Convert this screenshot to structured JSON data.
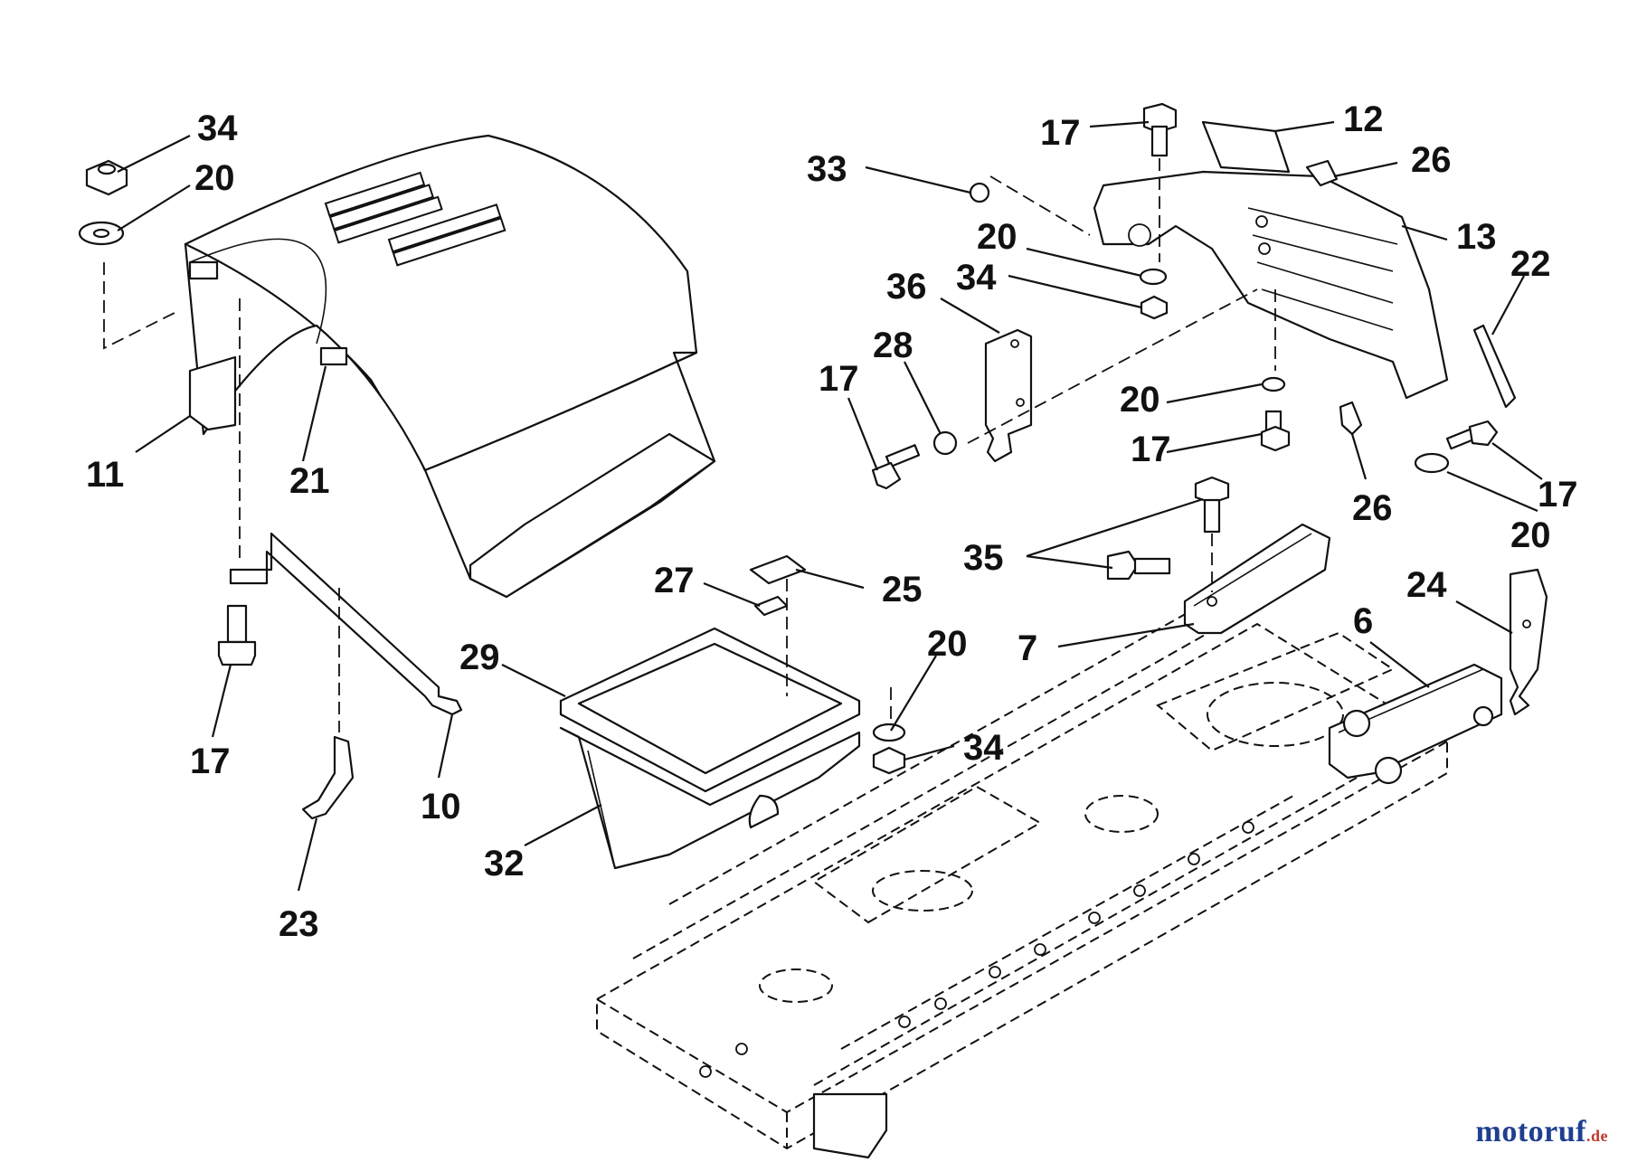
{
  "diagram": {
    "callouts": {
      "c34a": "34",
      "c20a": "20",
      "c11": "11",
      "c21": "21",
      "c17a": "17",
      "c23": "23",
      "c10": "10",
      "c27": "27",
      "c25": "25",
      "c29": "29",
      "c32": "32",
      "c20b": "20",
      "c34b": "34",
      "c17b": "17",
      "c12": "12",
      "c33": "33",
      "c26a": "26",
      "c13": "13",
      "c20c": "20",
      "c34c": "34",
      "c36": "36",
      "c28": "28",
      "c17c": "17",
      "c22": "22",
      "c20d": "20",
      "c17d": "17",
      "c26b": "26",
      "c17e": "17",
      "c20e": "20",
      "c35": "35",
      "c7": "7",
      "c6": "6",
      "c24": "24"
    }
  },
  "watermark": {
    "main": "motoruf",
    "tld": ".de"
  }
}
